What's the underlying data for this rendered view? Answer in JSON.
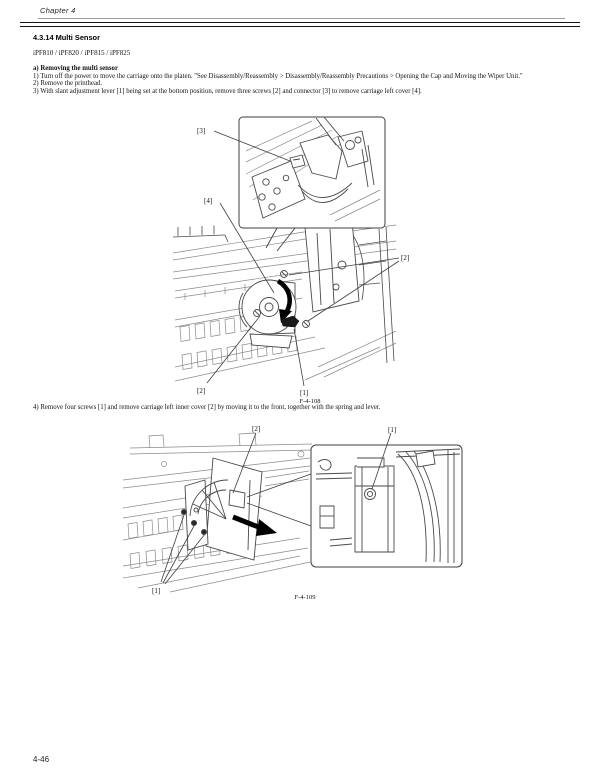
{
  "header": {
    "chapter_title": "Chapter 4"
  },
  "section": {
    "title": "4.3.14 Multi Sensor",
    "models": "iPF810 / iPF820 / iPF815 / iPF825"
  },
  "procedure": {
    "subsection_title": "a) Removing the multi sensor",
    "step1": "1) Turn off the power to move the carriage onto the platen. \"See Disassembly/Reassembly > Disassembly/Reassembly Precautions > Opening the Cap and Moving the Wiper Unit.\"",
    "step2": "2) Remove the printhead.",
    "step3": "3) With slant adjustment lever [1] being set at the bottom position, remove three screws [2] and connector [3] to remove carriage left cover [4].",
    "step4": "4) Remove four screws [1] and remove carriage left inner cover [2] by moving it to the front, together with the spring and lever."
  },
  "figure_f4_108": {
    "caption": "F-4-108",
    "label_connector": "[3]",
    "label_carriage_left_cover": "[4]",
    "label_screws_right": "[2]",
    "label_screw_left": "[2]",
    "label_slant_adjustment_lever": "[1]"
  },
  "figure_f4_109": {
    "caption": "F-4-109",
    "label_inner_cover": "[2]",
    "label_screw_closeup": "[1]",
    "label_screws": "[1]"
  },
  "footer": {
    "page_number": "4-46"
  }
}
